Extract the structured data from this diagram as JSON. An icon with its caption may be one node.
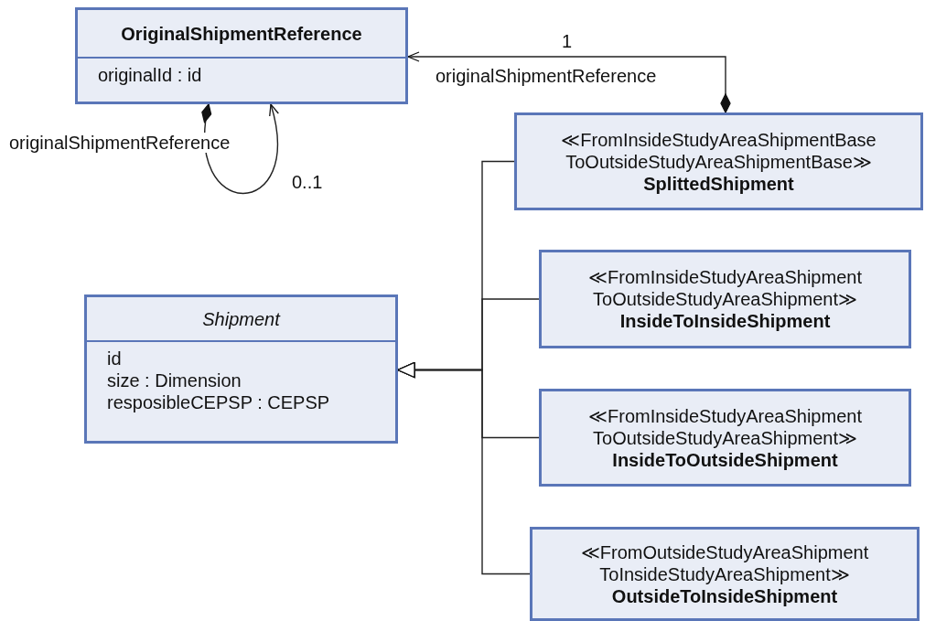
{
  "diagram": {
    "nodes": [
      {
        "text": [
          "OriginalShipmentReference",
          "originalId : id"
        ]
      },
      {
        "text": [
          "Shipment",
          "id",
          "size : Dimension",
          "resposibleCEPSP : CEPSP"
        ]
      },
      {
        "text": [
          "≪FromInsideStudyAreaShipmentBase ToOutsideStudyAreaShipmentBase≫",
          "SplittedShipment"
        ]
      },
      {
        "text": [
          "≪FromInsideStudyAreaShipment ToOutsideStudyAreaShipment≫",
          "InsideToInsideShipment"
        ]
      },
      {
        "text": [
          "≪FromInsideStudyAreaShipment ToOutsideStudyAreaShipment≫",
          "InsideToOutsideShipment"
        ]
      },
      {
        "text": [
          "≪FromOutsideStudyAreaShipment ToInsideStudyAreaShipment≫",
          "OutsideToInsideShipment"
        ]
      }
    ],
    "edges": [
      {
        "from": 0,
        "to": 0,
        "arrow": "to",
        "label": "originalShipmentReference"
      },
      {
        "from": 2,
        "to": 0,
        "arrow": "to",
        "label": "originalShipmentReference"
      },
      {
        "from": 2,
        "to": 1,
        "arrow": "to"
      },
      {
        "from": 3,
        "to": 1,
        "arrow": "to"
      },
      {
        "from": 4,
        "to": 1,
        "arrow": "to"
      },
      {
        "from": 5,
        "to": 1,
        "arrow": "to"
      }
    ],
    "labels": [
      "1",
      "0..1"
    ]
  }
}
